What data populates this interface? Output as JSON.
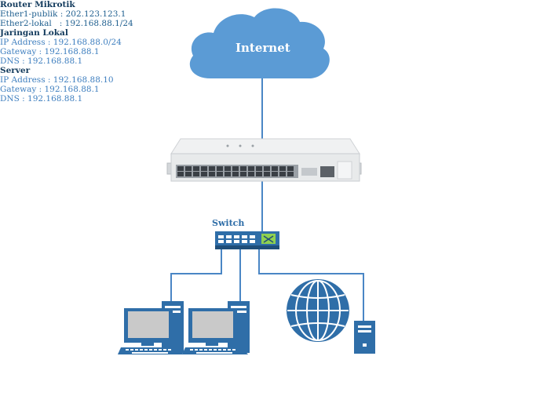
{
  "internet": {
    "label": "Internet"
  },
  "router": {
    "title": "Router Mikrotik",
    "ether1": "Ether1-publik : 202.123.123.1",
    "ether2": "Ether2-lokal   : 192.168.88.1/24"
  },
  "switch": {
    "label": "Switch"
  },
  "lan": {
    "title": "Jaringan Lokal",
    "ip": "IP Address : 192.168.88.0/24",
    "gateway": "Gateway : 192.168.88.1",
    "dns": "DNS : 192.168.88.1"
  },
  "server": {
    "title": "Server",
    "ip": "IP Address : 192.168.88.10",
    "gateway": "Gateway : 192.168.88.1",
    "dns": "DNS : 192.168.88.1"
  },
  "colors": {
    "cloud": "#5b9bd5",
    "link": "#4a86c5",
    "device_blue": "#2f6ea8",
    "router_body": "#e9ebec"
  }
}
